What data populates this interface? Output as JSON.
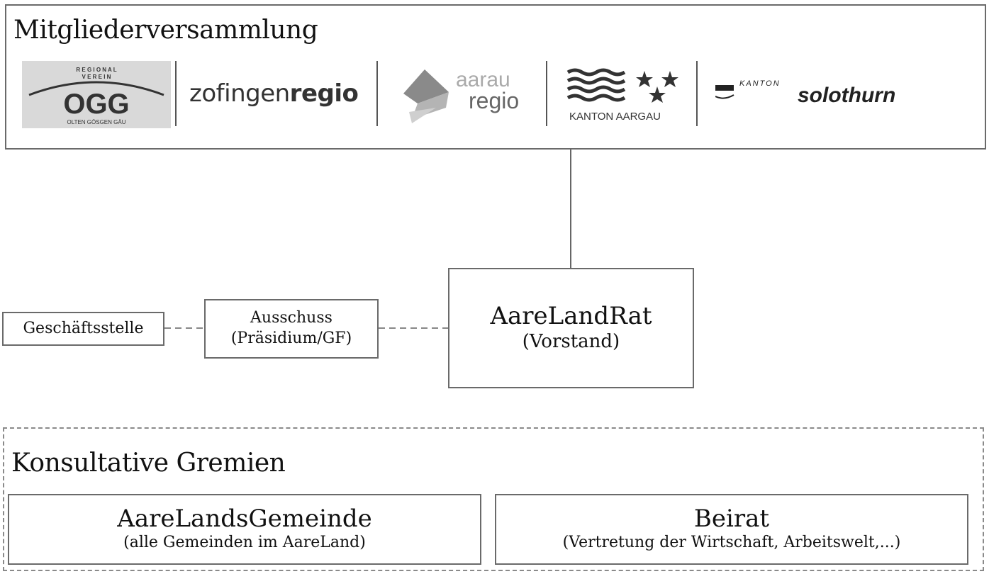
{
  "mitglieder": {
    "title": "Mitgliederversammlung",
    "logos": {
      "ogg": {
        "top": "R E G I O N A L",
        "top2": "V E R E I N",
        "main": "OGG",
        "sub": "OLTEN  GÖSGEN  GÄU"
      },
      "zofingen": {
        "part1": "zofingen",
        "part2": "regio"
      },
      "aarau": {
        "part1": "aarau",
        "part2": "regio"
      },
      "aargau": {
        "text": "KANTON AARGAU"
      },
      "solothurn": {
        "kanton": "KANTON",
        "name": "solothurn"
      }
    }
  },
  "vorstand": {
    "title": "AareLandRat",
    "subtitle": "(Vorstand)"
  },
  "ausschuss": {
    "title": "Ausschuss",
    "subtitle": "(Präsidium/GF)"
  },
  "geschaeftsstelle": {
    "title": "Geschäftsstelle"
  },
  "konsultativ": {
    "title": "Konsultative Gremien",
    "gemeinde": {
      "title": "AareLandsGemeinde",
      "subtitle": "(alle Gemeinden im AareLand)"
    },
    "beirat": {
      "title": "Beirat",
      "subtitle": "(Vertretung der Wirtschaft, Arbeitswelt,...)"
    }
  },
  "colors": {
    "border": "#6a6a6a",
    "dashed": "#8a8a8a",
    "logo_gray": "#4a4a4a",
    "logo_light": "#9a9a9a"
  }
}
